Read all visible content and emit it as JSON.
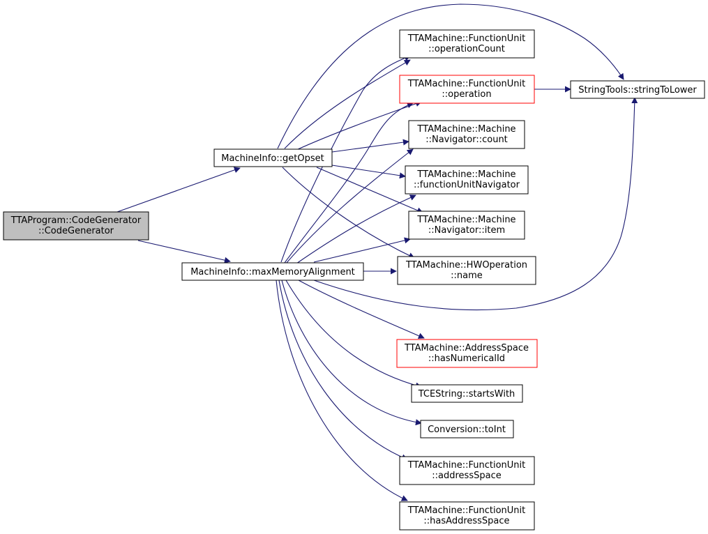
{
  "colors": {
    "edge": "#191970",
    "node_border": "#000000",
    "node_border_highlight": "#ff0000",
    "node_fill": "#ffffff",
    "root_fill": "#bfbfbf",
    "text": "#000000"
  },
  "nodes": {
    "code_generator": [
      "TTAProgram::CodeGenerator",
      "::CodeGenerator"
    ],
    "get_opset": [
      "MachineInfo::getOpset"
    ],
    "max_memory_alignment": [
      "MachineInfo::maxMemoryAlignment"
    ],
    "operation_count": [
      "TTAMachine::FunctionUnit",
      "::operationCount"
    ],
    "operation": [
      "TTAMachine::FunctionUnit",
      "::operation"
    ],
    "string_to_lower": [
      "StringTools::stringToLower"
    ],
    "navigator_count": [
      "TTAMachine::Machine",
      "::Navigator::count"
    ],
    "function_unit_navigator": [
      "TTAMachine::Machine",
      "::functionUnitNavigator"
    ],
    "navigator_item": [
      "TTAMachine::Machine",
      "::Navigator::item"
    ],
    "hwoperation_name": [
      "TTAMachine::HWOperation",
      "::name"
    ],
    "has_numerical_id": [
      "TTAMachine::AddressSpace",
      "::hasNumericalId"
    ],
    "starts_with": [
      "TCEString::startsWith"
    ],
    "to_int": [
      "Conversion::toInt"
    ],
    "address_space": [
      "TTAMachine::FunctionUnit",
      "::addressSpace"
    ],
    "has_address_space": [
      "TTAMachine::FunctionUnit",
      "::hasAddressSpace"
    ]
  }
}
